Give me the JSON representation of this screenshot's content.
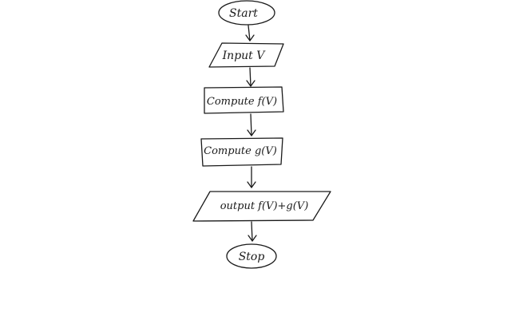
{
  "diagram": {
    "type": "flowchart",
    "nodes": [
      {
        "id": "start",
        "shape": "terminal",
        "text": "Start"
      },
      {
        "id": "input",
        "shape": "io",
        "text": "Input V"
      },
      {
        "id": "compute_f",
        "shape": "process",
        "text": "Compute f(V)"
      },
      {
        "id": "compute_g",
        "shape": "process",
        "text": "Compute g(V)"
      },
      {
        "id": "output",
        "shape": "io",
        "text": "output f(V)+g(V)"
      },
      {
        "id": "stop",
        "shape": "terminal",
        "text": "Stop"
      }
    ],
    "edges": [
      {
        "from": "start",
        "to": "input"
      },
      {
        "from": "input",
        "to": "compute_f"
      },
      {
        "from": "compute_f",
        "to": "compute_g"
      },
      {
        "from": "compute_g",
        "to": "output"
      },
      {
        "from": "output",
        "to": "stop"
      }
    ]
  }
}
